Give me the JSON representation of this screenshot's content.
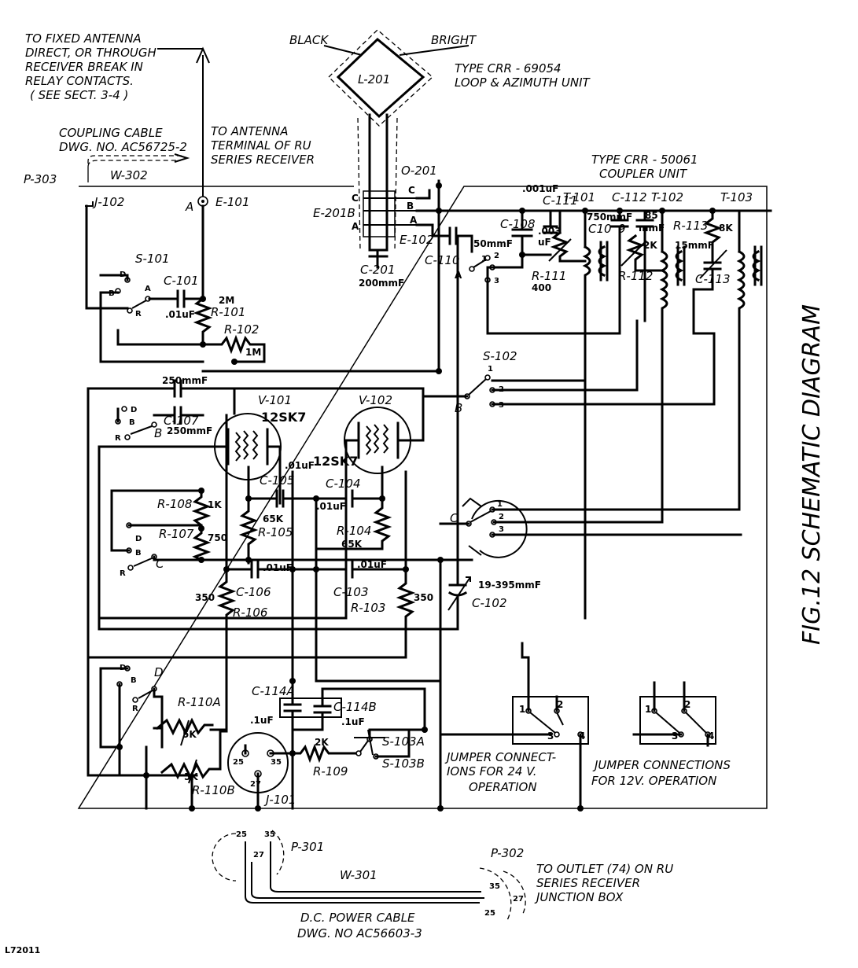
{
  "title": "FIG.12 SCHEMATIC DIAGRAM",
  "drawing_number": "L72011",
  "notes": {
    "fixed_antenna": [
      "TO FIXED ANTENNA",
      "DIRECT, OR THROUGH",
      "RECEIVER BREAK IN",
      "RELAY CONTACTS.",
      "( SEE SECT. 3-4 )"
    ],
    "coupling_cable": [
      "COUPLING CABLE",
      "DWG. NO. AC56725-2"
    ],
    "to_antenna_terminal": [
      "TO ANTENNA",
      "TERMINAL OF RU",
      "SERIES RECEIVER"
    ],
    "loop_unit": [
      "TYPE  CRR - 69054",
      "LOOP  &  AZIMUTH  UNIT"
    ],
    "coupler_unit": [
      "TYPE  CRR - 50061",
      "COUPLER UNIT"
    ],
    "jumper_24v": [
      "JUMPER CONNECT-",
      "IONS FOR 24 V.",
      "OPERATION"
    ],
    "jumper_12v": [
      "JUMPER CONNECTIONS",
      "FOR 12V. OPERATION"
    ],
    "power_cable": [
      "D.C. POWER CABLE",
      "DWG. NO  AC56603-3"
    ],
    "to_outlet": [
      "TO OUTLET (74) ON RU",
      "SERIES  RECEIVER",
      "JUNCTION BOX"
    ]
  },
  "loop": {
    "black": "BLACK",
    "bright": "BRIGHT",
    "coil": "L-201"
  },
  "labels": {
    "p303": "P-303",
    "w302": "W-302",
    "j102": "J-102",
    "e101": "E-101",
    "a": "A",
    "o201": "O-201",
    "e201b": "E-201B",
    "c201": "C-201",
    "c201_val": "200mmF",
    "e102": "E-102",
    "s101": "S-101",
    "c101": "C-101",
    "c101_val": ".01uF",
    "r101": "R-101",
    "r101_val": "2M",
    "r102": "R-102",
    "r102_val": "1M",
    "c107": "C-107",
    "c107_val_top": "250mmF",
    "c107_val": "250mmF",
    "v101": "V-101",
    "v101_type": "12SK7",
    "v102": "V-102",
    "v102_type": "12SK7",
    "c105": "C-105",
    "c105_val": ".01uF",
    "c104": "C-104",
    "c104_val": ".01uF",
    "r105": "R-105",
    "r105_val": "65K",
    "r104": "R-104",
    "r104_val": "65K",
    "r108": "R-108",
    "r108_val": "1K",
    "r107": "R-107",
    "r107_val": "750",
    "c106": "C-106",
    "c106_val": ".01uF",
    "c103": "C-103",
    "c103_val": ".01uF",
    "r106": "R-106",
    "r106_val": "350",
    "r103": "R-103",
    "r103_val": "350",
    "c102": "C-102",
    "c102_val": "19-395mmF",
    "c110": "C-110",
    "c110_val": "50mmF",
    "c111": "C-111",
    "c111_val": ".001uF",
    "c108": "C-108",
    "c108_val": ".003",
    "c108_unit": "uF",
    "r111": "R-111",
    "r111_val": "400",
    "t101": "T-101",
    "c112": "C-112",
    "t102": "T-102",
    "t103": "T-103",
    "c109": "C10",
    "c109_num": "9",
    "c109_val": "750mmF",
    "c112_val": "85",
    "c112_unit": "mmF",
    "r112": "R-112",
    "r112_val": "2K",
    "r113": "R-113",
    "r113_val": "8K",
    "c113": "C-113",
    "c113_val": "15mmF",
    "s102": "S-102",
    "c114a": "C-114A",
    "c114b": "C-114B",
    "c114a_val": ".1uF",
    "c114b_val": ".1uF",
    "r110a": "R-110A",
    "r110a_val": "5K",
    "r110b": "R-110B",
    "r110b_val": "5K",
    "r109": "R-109",
    "r109_val": "2K",
    "s103a": "S-103A",
    "s103b": "S-103B",
    "j101": "J-101",
    "p301": "P-301",
    "p302": "P-302",
    "w301": "W-301",
    "pos_d": "D",
    "pos_b": "B",
    "pos_r": "R",
    "pos_c": "C",
    "pin_1": "1",
    "pin_2": "2",
    "pin_3": "3",
    "pin_4": "4",
    "pin_25": "25",
    "pin_27": "27",
    "pin_35": "35"
  },
  "colors": {
    "ink": "#000000",
    "paper": "#ffffff"
  }
}
